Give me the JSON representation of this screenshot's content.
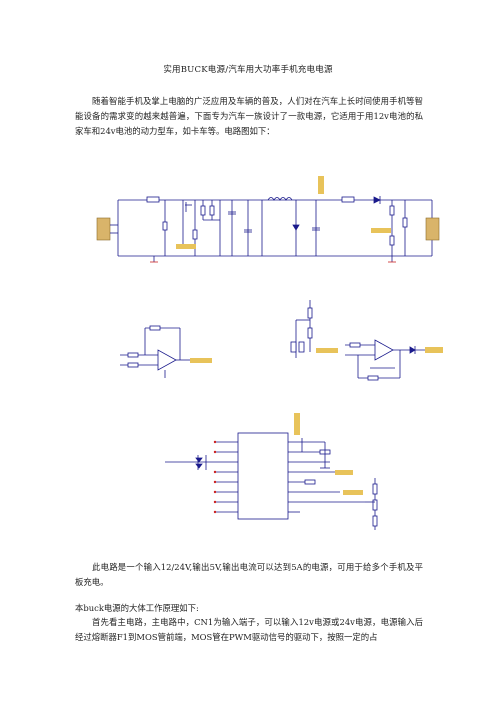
{
  "doc": {
    "title": "实用BUCK电源/汽车用大功率手机充电电源",
    "para1": "随着智能手机及掌上电脑的广泛应用及车辆的普及，人们对在汽车上长时间使用手机等智能设备的需求变的越来越普遍，下面专为汽车一族设计了一款电源，它适用于用12v电池的私家车和24v电池的动力型车，如卡车等。电路图如下：",
    "para2": "此电路是一个输入12/24V,输出5V,输出电流可以达到5A的电源，可用于给多个手机及平板充电。",
    "para3": "本buck电源的大体工作原理如下:",
    "para4": "首先看主电路，主电路中，CN1为输入端子，可以输入12v电源或24v电源，电源输入后经过熔断器F1到MOS管前端，MOS管在PWM驱动信号的驱动下，按照一定的占"
  },
  "colors": {
    "wire": "#1a1a8c",
    "component": "#1a1a8c",
    "connector": "#d9b46a",
    "label": "#e8c35a",
    "ground": "#cc2222"
  }
}
